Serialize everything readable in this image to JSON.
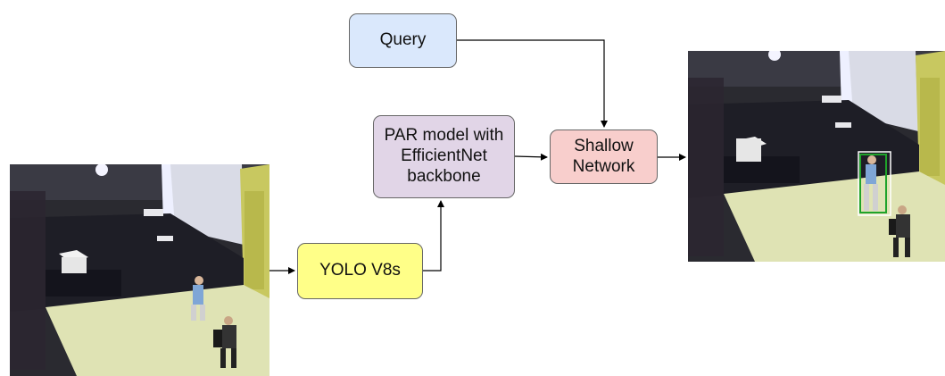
{
  "nodes": {
    "query": {
      "label": "Query",
      "fill": "#dae8fc"
    },
    "par": {
      "label": "PAR model with\nEfficientNet\nbackbone",
      "fill": "#e1d5e7"
    },
    "yolo": {
      "label": "YOLO V8s",
      "fill": "#ffff88"
    },
    "shallow": {
      "label": "Shallow\nNetwork",
      "fill": "#f8cecc"
    }
  },
  "images": {
    "input": "surveillance-scene-input",
    "output": "surveillance-scene-output-with-detection"
  },
  "edges": [
    [
      "input-image",
      "yolo"
    ],
    [
      "yolo",
      "par"
    ],
    [
      "par",
      "shallow"
    ],
    [
      "query",
      "shallow"
    ],
    [
      "shallow",
      "output-image"
    ]
  ],
  "colors": {
    "line": "#000000",
    "box_border": "#666666",
    "detection_green": "#1fa32a",
    "detection_white": "#ffffff"
  }
}
